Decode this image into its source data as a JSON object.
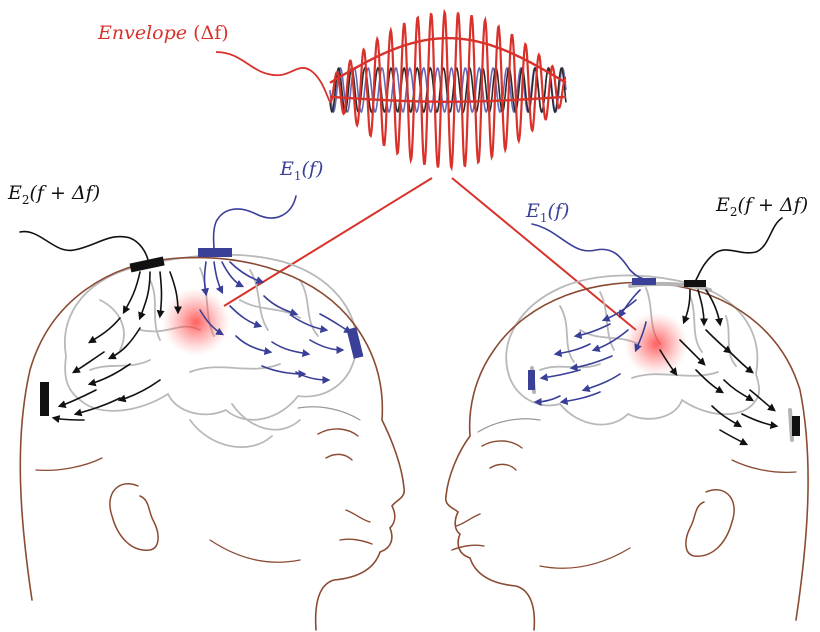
{
  "labels": {
    "envelope": {
      "text": "Envelope",
      "suffix": "(Δf)"
    },
    "left_e1": {
      "base": "E",
      "sub": "1",
      "arg": "(f)"
    },
    "left_e2": {
      "base": "E",
      "sub": "2",
      "arg": "(f + Δf)"
    },
    "right_e1": {
      "base": "E",
      "sub": "1",
      "arg": "(f)"
    },
    "right_e2": {
      "base": "E",
      "sub": "2",
      "arg": "(f + Δf)"
    }
  },
  "colors": {
    "envelope": "#d8322b",
    "e1": "#3a3f98",
    "e2": "#1a1a1a",
    "head_outline": "#8a4b32",
    "brain": "#b7b7b7",
    "focus": "#ff3b3b"
  },
  "icons": {
    "waveform": "interfering-sine-waves",
    "heads": "head-profile-with-brain",
    "electrodes": "electrode-pad",
    "arrows": "current-flow-arrow"
  }
}
